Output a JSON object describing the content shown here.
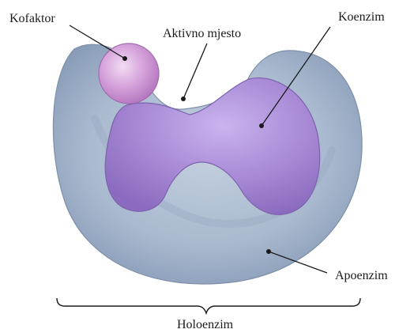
{
  "labels": {
    "kofaktor": "Kofaktor",
    "aktivno_mjesto": "Aktivno mjesto",
    "koenzim": "Koenzim",
    "apoenzim": "Apoenzim",
    "holoenzim": "Holoenzim"
  },
  "colors": {
    "apoenzim_fill": "#a9b9cf",
    "koenzim_fill": "#a88ad6",
    "kofaktor_fill": "#c98ad0",
    "leader_line": "#1a1a1a"
  }
}
